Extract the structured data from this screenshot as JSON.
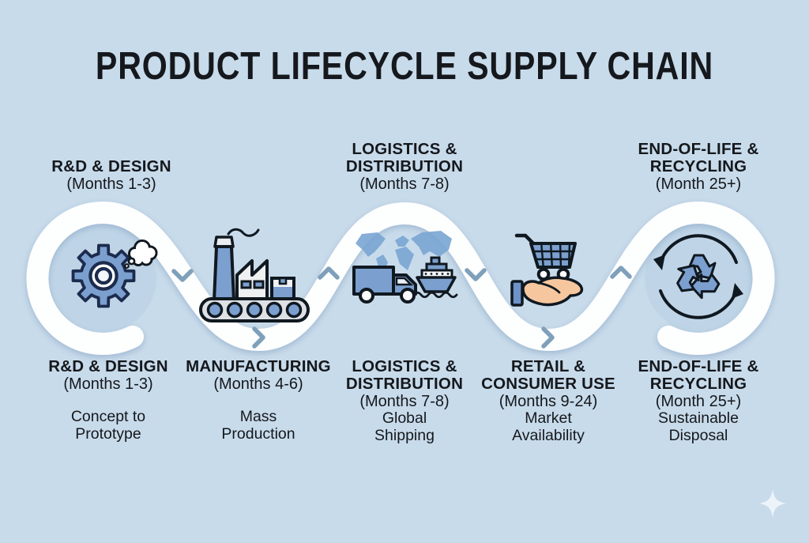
{
  "title": "PRODUCT LIFECYCLE SUPPLY CHAIN",
  "colors": {
    "background": "#c8dbeb",
    "ribbon": "#fdfefe",
    "loop_inner": "#b9d0e5",
    "chevron": "#7fa0ba",
    "icon_blue": "#7ba0cf",
    "icon_light": "#eef1f4",
    "icon_outline": "#1c2b4d",
    "map_blue": "#7aa6d3",
    "hand_skin": "#f6c79e",
    "cuff_blue": "#6d93c9",
    "text": "#15181c",
    "sparkle": "#f3f8fc"
  },
  "top_labels": [
    {
      "line1": "R&D & DESIGN",
      "line2": "",
      "months": "(Months 1-3)"
    },
    {
      "line1": "LOGISTICS &",
      "line2": "DISTRIBUTION",
      "months": "(Months 7-8)"
    },
    {
      "line1": "END-OF-LIFE &",
      "line2": "RECYCLING",
      "months": "(Month 25+)"
    }
  ],
  "stages": [
    {
      "title_line1": "R&D & DESIGN",
      "title_line2": "",
      "months": "(Months 1-3)",
      "desc_line1": "Concept to",
      "desc_line2": "Prototype",
      "icon": "gear-with-thought-bubble"
    },
    {
      "title_line1": "MANUFACTURING",
      "title_line2": "",
      "months": "(Months 4-6)",
      "desc_line1": "Mass",
      "desc_line2": "Production",
      "icon": "factory-conveyor"
    },
    {
      "title_line1": "LOGISTICS &",
      "title_line2": "DISTRIBUTION",
      "months": "(Months 7-8)",
      "desc_line1": "Global",
      "desc_line2": "Shipping",
      "icon": "truck-ship-world-map"
    },
    {
      "title_line1": "RETAIL &",
      "title_line2": "CONSUMER USE",
      "months": "(Months 9-24)",
      "desc_line1": "Market",
      "desc_line2": "Availability",
      "icon": "cart-in-hand"
    },
    {
      "title_line1": "END-OF-LIFE &",
      "title_line2": "RECYCLING",
      "months": "(Month 25+)",
      "desc_line1": "Sustainable",
      "desc_line2": "Disposal",
      "icon": "recycling-arrows"
    }
  ],
  "flow_chevrons": [
    "down",
    "right",
    "up",
    "down",
    "right",
    "up"
  ],
  "decor": {
    "sparkle": "four-point-sparkle"
  }
}
